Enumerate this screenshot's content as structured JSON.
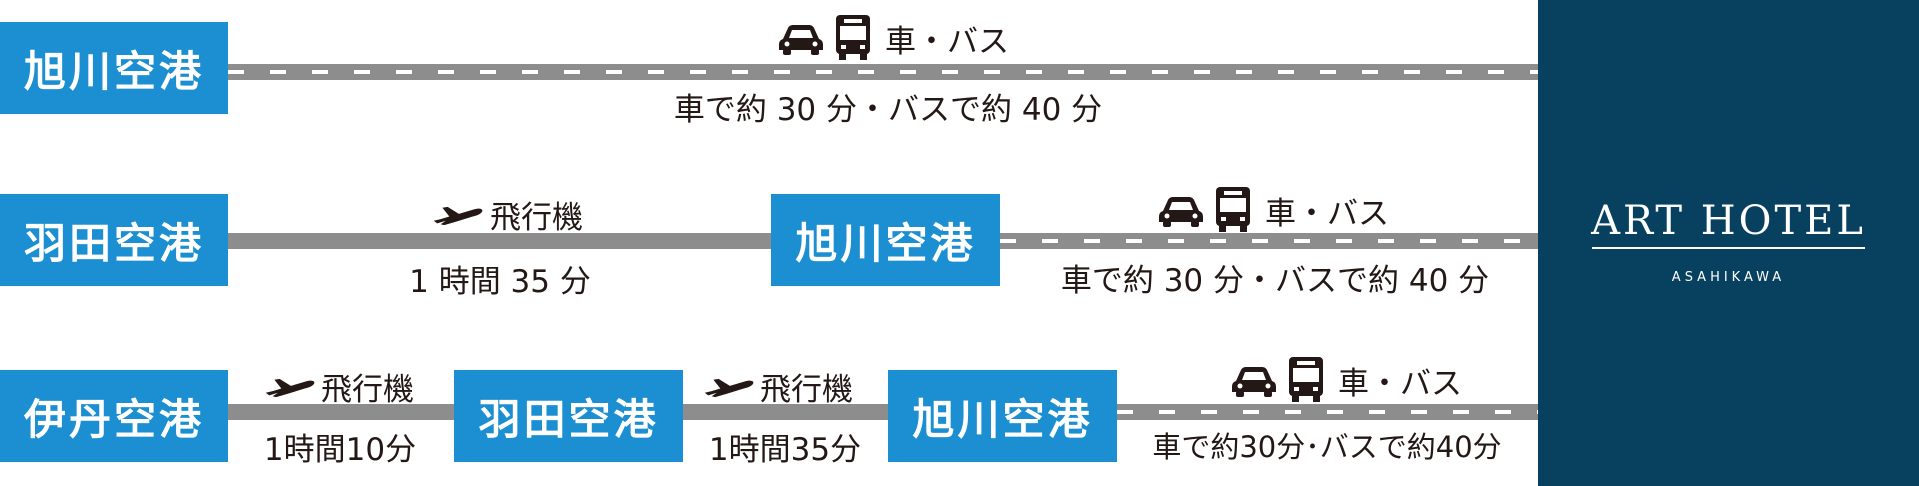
{
  "routes": [
    {
      "origin": "旭川空港",
      "legs": [
        {
          "mode": "車・バス",
          "time": "車で約 30 分・バスで約 40 分"
        }
      ]
    },
    {
      "origin": "羽田空港",
      "legs": [
        {
          "mode": "飛行機",
          "time": "1 時間 35 分"
        },
        {
          "stop": "旭川空港"
        },
        {
          "mode": "車・バス",
          "time": "車で約 30 分・バスで約 40 分"
        }
      ]
    },
    {
      "origin": "伊丹空港",
      "legs": [
        {
          "mode": "飛行機",
          "time": "1時間10分"
        },
        {
          "stop": "羽田空港"
        },
        {
          "mode": "飛行機",
          "time": "1時間35分"
        },
        {
          "stop": "旭川空港"
        },
        {
          "mode": "車・バス",
          "time": "車で約30分･バスで約40分"
        }
      ]
    }
  ],
  "hotel": {
    "name": "ART HOTEL",
    "city": "ASAHIKAWA"
  },
  "colors": {
    "airport_box": "#1b8fd1",
    "road": "#8d8d8d",
    "hotel_panel": "#08415f"
  },
  "icons": [
    "plane-icon",
    "car-icon",
    "bus-icon"
  ]
}
